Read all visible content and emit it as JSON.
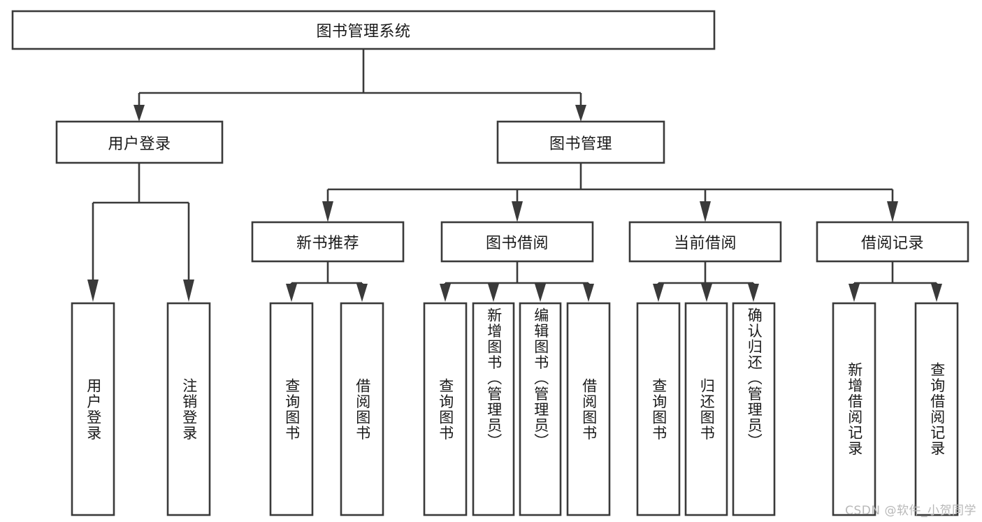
{
  "diagram": {
    "title": "图书管理系统",
    "type": "tree-hierarchy-chart",
    "root": {
      "id": "root",
      "label": "图书管理系统"
    },
    "level1": [
      {
        "id": "user-login",
        "label": "用户登录"
      },
      {
        "id": "book-management",
        "label": "图书管理"
      }
    ],
    "level2": [
      {
        "id": "new-book-recommend",
        "label": "新书推荐",
        "parent": "book-management"
      },
      {
        "id": "book-borrow",
        "label": "图书借阅",
        "parent": "book-management"
      },
      {
        "id": "current-borrow",
        "label": "当前借阅",
        "parent": "book-management"
      },
      {
        "id": "borrow-record",
        "label": "借阅记录",
        "parent": "book-management"
      }
    ],
    "leaves": {
      "user-login": [
        {
          "id": "leaf-user-login",
          "label": "用户登录"
        },
        {
          "id": "leaf-logout-login",
          "label": "注销登录"
        }
      ],
      "new-book-recommend": [
        {
          "id": "leaf-query-book-1",
          "label": "查询图书"
        },
        {
          "id": "leaf-borrow-book-1",
          "label": "借阅图书"
        }
      ],
      "book-borrow": [
        {
          "id": "leaf-query-book-2",
          "label": "查询图书"
        },
        {
          "id": "leaf-add-book",
          "label": "新增图书（管理员）"
        },
        {
          "id": "leaf-edit-book",
          "label": "编辑图书（管理员）"
        },
        {
          "id": "leaf-borrow-book-2",
          "label": "借阅图书"
        }
      ],
      "current-borrow": [
        {
          "id": "leaf-query-book-3",
          "label": "查询图书"
        },
        {
          "id": "leaf-return-book",
          "label": "归还图书"
        },
        {
          "id": "leaf-confirm-return",
          "label": "确认归还（管理员）"
        }
      ],
      "borrow-record": [
        {
          "id": "leaf-add-record",
          "label": "新增借阅记录"
        },
        {
          "id": "leaf-query-record",
          "label": "查询借阅记录"
        }
      ]
    },
    "colors": {
      "background": "#ffffff",
      "box_fill": "#ffffff",
      "box_stroke": "#3a3a3a",
      "text": "#1a1a1a",
      "watermark": "#b8b8b8"
    }
  },
  "watermark": {
    "text": "CSDN @软件_小贺同学"
  }
}
